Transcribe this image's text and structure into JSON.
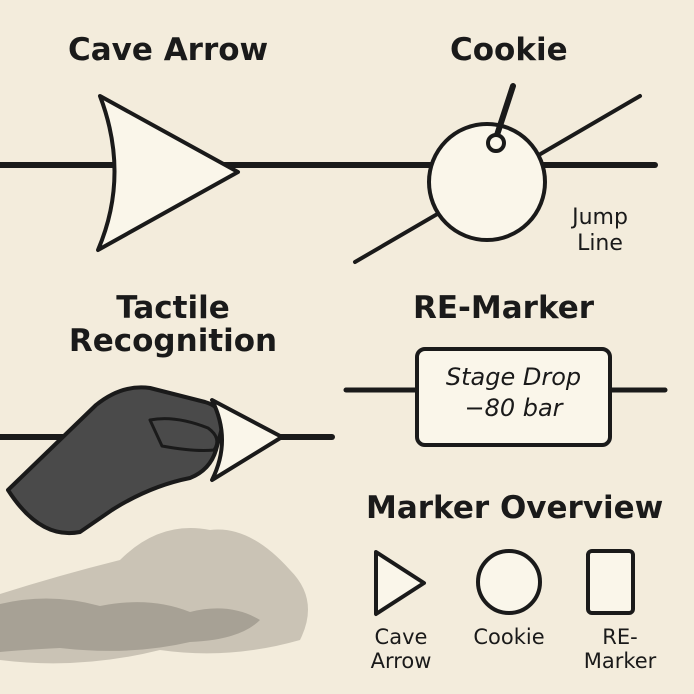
{
  "sections": {
    "cave_arrow": {
      "title": "Cave Arrow"
    },
    "cookie": {
      "title": "Cookie",
      "note_line1": "Jump",
      "note_line2": "Line"
    },
    "tactile": {
      "title_line1": "Tactile",
      "title_line2": "Recognition"
    },
    "re_marker": {
      "title": "RE-Marker",
      "tag_line1": "Stage Drop",
      "tag_line2": "−80 bar"
    },
    "overview": {
      "title": "Marker Overview",
      "items": [
        {
          "icon": "triangle",
          "line1": "Cave",
          "line2": "Arrow"
        },
        {
          "icon": "circle",
          "line1": "Cookie",
          "line2": ""
        },
        {
          "icon": "rectangle",
          "line1": "RE-",
          "line2": "Marker"
        }
      ]
    }
  },
  "colors": {
    "background": "#f3ecdc",
    "ink": "#1a1a1a",
    "marker_fill": "#faf6ea",
    "glove": "#4a4a4a",
    "sediment": "#b8b2a4"
  }
}
